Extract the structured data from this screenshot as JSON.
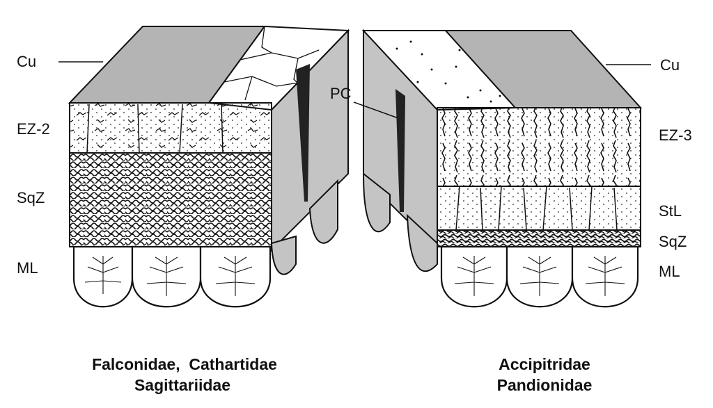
{
  "left_block": {
    "labels": {
      "cuticle": "Cu",
      "outer_zone": "EZ-2",
      "squamous_zone": "SqZ",
      "medullary_layer": "ML"
    },
    "caption": [
      "Falconidae,  Cathartidae",
      "Sagittariidae"
    ]
  },
  "right_block": {
    "labels": {
      "cuticle": "Cu",
      "outer_zone": "EZ-3",
      "striated_layer": "StL",
      "squamous_zone": "SqZ",
      "medullary_layer": "ML"
    },
    "caption": [
      "Accipitridae",
      "Pandionidae"
    ]
  },
  "center_label": "PC",
  "colors": {
    "ink": "#111111",
    "cuticle_gray": "#b4b4b4",
    "side_gray": "#c4c4c4",
    "canal_dark": "#222222",
    "paper": "#ffffff"
  }
}
